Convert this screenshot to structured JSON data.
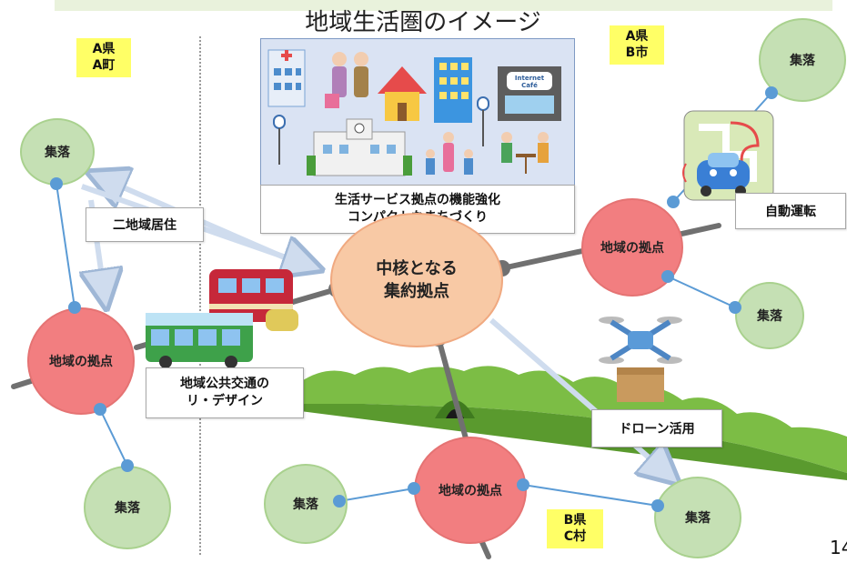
{
  "title": "地域生活圏のイメージ",
  "regions": {
    "a_town": [
      "A県",
      "A町"
    ],
    "b_city": [
      "A県",
      "B市"
    ],
    "c_village": [
      "B県",
      "C村"
    ]
  },
  "center_node": [
    "中核となる",
    "集約拠点"
  ],
  "hub_label": "地域の拠点",
  "settlement_label": "集落",
  "service_caption": [
    "生活サービス拠点の機能強化",
    "コンパクトなまちづくり"
  ],
  "labels": {
    "dual_residence": "二地域居住",
    "transit": [
      "地域公共交通の",
      "リ・デザイン"
    ],
    "autonomous": "自動運転",
    "drone": "ドローン活用",
    "cafe_sign": [
      "Internet",
      "Café"
    ]
  },
  "page_number": "14",
  "colors": {
    "settlement": "#c5e0b4",
    "hub": "#f27e80",
    "core": "#f8c9a5",
    "link": "#5b9bd5",
    "road": "#707070",
    "region_tag": "#ffff66"
  }
}
